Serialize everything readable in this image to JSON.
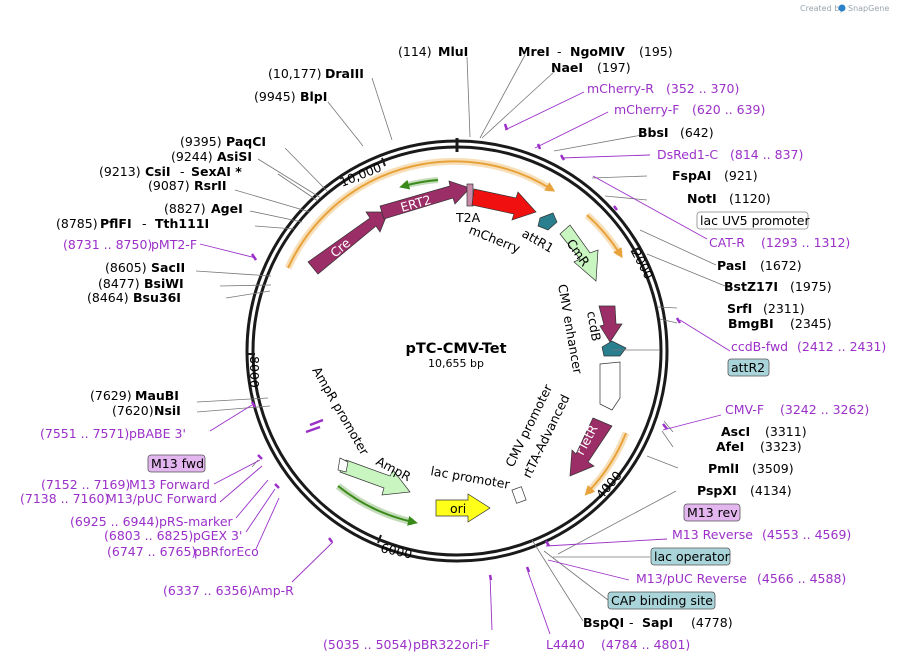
{
  "credit": {
    "prefix": "Created by",
    "brand": "SnapGene"
  },
  "plasmid": {
    "name": "pTC-CMV-Tet",
    "size": "10,655 bp"
  },
  "ticks": [
    "10,000",
    "2000",
    "4000",
    "6000",
    "8000"
  ],
  "features": {
    "cre": "Cre",
    "ert2": "ERT2",
    "t2a": "T2A",
    "mcherry": "mCherry",
    "attr1": "attR1",
    "cmr": "CmR",
    "cmv_enh": "CMV enhancer",
    "ccdb": "ccdB",
    "attr2": "attR2",
    "cmv_prom": "CMV promoter",
    "rtta": "rtTA-Advanced",
    "rtetr": "rTetR",
    "lac_prom": "lac promoter",
    "ori": "ori",
    "ampr": "AmpR",
    "ampr_prom": "AmpR promoter"
  },
  "labels": {
    "mlui": {
      "pos": "(114)",
      "name": "MluI"
    },
    "drai": {
      "pos": "(10,177)",
      "name": "DraIII"
    },
    "blpi": {
      "pos": "(9945)",
      "name": "BlpI"
    },
    "mrei": {
      "name": "MreI",
      "sep": "-",
      "name2": "NgoMIV",
      "pos": "(195)"
    },
    "naei": {
      "name": "NaeI",
      "pos": "(197)"
    },
    "mcherry_r": {
      "name": "mCherry-R",
      "pos": "(352 .. 370)"
    },
    "mcherry_f": {
      "name": "mCherry-F",
      "pos": "(620 .. 639)"
    },
    "bbsi": {
      "name": "BbsI",
      "pos": "(642)"
    },
    "dsred": {
      "name": "DsRed1-C",
      "pos": "(814 .. 837)"
    },
    "fspai": {
      "name": "FspAI",
      "pos": "(921)"
    },
    "noti": {
      "name": "NotI",
      "pos": "(1120)"
    },
    "lacuv5": {
      "name": "lac UV5 promoter"
    },
    "catr": {
      "name": "CAT-R",
      "pos": "(1293 .. 1312)"
    },
    "pasi": {
      "name": "PasI",
      "pos": "(1672)"
    },
    "bstz": {
      "name": "BstZ17I",
      "pos": "(1975)"
    },
    "srfi": {
      "name": "SrfI",
      "pos": "(2311)"
    },
    "bmgbi": {
      "name": "BmgBI",
      "pos": "(2345)"
    },
    "ccdbfwd": {
      "name": "ccdB-fwd",
      "pos": "(2412 .. 2431)"
    },
    "attr2box": {
      "name": "attR2"
    },
    "cmvf": {
      "name": "CMV-F",
      "pos": "(3242 .. 3262)"
    },
    "asci": {
      "name": "AscI",
      "pos": "(3311)"
    },
    "afei": {
      "name": "AfeI",
      "pos": "(3323)"
    },
    "pmli": {
      "name": "PmlI",
      "pos": "(3509)"
    },
    "pspxi": {
      "name": "PspXI",
      "pos": "(4134)"
    },
    "m13rev": {
      "name": "M13 rev"
    },
    "m13reverse": {
      "name": "M13 Reverse",
      "pos": "(4553 .. 4569)"
    },
    "lacop": {
      "name": "lac operator"
    },
    "m13puc_rev": {
      "name": "M13/pUC Reverse",
      "pos": "(4566 .. 4588)"
    },
    "cap": {
      "name": "CAP binding site"
    },
    "bspqi": {
      "name": "BspQI",
      "sep": "-",
      "name2": "SapI",
      "pos": "(4778)"
    },
    "l4440": {
      "name": "L4440",
      "pos": "(4784 .. 4801)"
    },
    "pbr322": {
      "pos": "(5035 .. 5054)",
      "name": "pBR322ori-F"
    },
    "ampr_primer": {
      "pos": "(6337 .. 6356)",
      "name": "Amp-R"
    },
    "pbrforeco": {
      "pos": "(6747 .. 6765)",
      "name": "pBRforEco"
    },
    "pgex3": {
      "pos": "(6803 .. 6825)",
      "name": "pGEX 3'"
    },
    "prsmarker": {
      "pos": "(6925 .. 6944)",
      "name": "pRS-marker"
    },
    "m13puc_fwd": {
      "pos": "(7138 .. 7160)",
      "name": "M13/pUC Forward"
    },
    "m13forward": {
      "pos": "(7152 .. 7169)",
      "name": "M13 Forward"
    },
    "m13fwd": {
      "name": "M13 fwd"
    },
    "pbabe": {
      "pos": "(7551 .. 7571)",
      "name": "pBABE 3'"
    },
    "nsii": {
      "pos": "(7620)",
      "name": "NsiI"
    },
    "maubi": {
      "pos": "(7629)",
      "name": "MauBI"
    },
    "bsu36i": {
      "pos": "(8464)",
      "name": "Bsu36I"
    },
    "bsiwi": {
      "pos": "(8477)",
      "name": "BsiWI"
    },
    "sacii": {
      "pos": "(8605)",
      "name": "SacII"
    },
    "pmt2f": {
      "pos": "(8731 .. 8750)",
      "name": "pMT2-F"
    },
    "pflfi": {
      "pos": "(8785)",
      "name": "PflFI",
      "sep": "-",
      "name2": "Tth111I"
    },
    "agei": {
      "pos": "(8827)",
      "name": "AgeI"
    },
    "rsrii": {
      "pos": "(9087)",
      "name": "RsrII"
    },
    "csii": {
      "pos": "(9213)",
      "name": "CsiI",
      "sep": "-",
      "name2": "SexAI *"
    },
    "asisi": {
      "pos": "(9244)",
      "name": "AsiSI"
    },
    "paqci": {
      "pos": "(9395)",
      "name": "PaqCI"
    }
  },
  "colors": {
    "backbone": "#1a1a1a",
    "primer": "#9b30c8",
    "cre": "#9b2e66",
    "mcherry": "#f01010",
    "cmr": "#c8f5c0",
    "attr": "#2a7f8f",
    "ori": "#ffff1a",
    "orf_arc": "#e8a23a",
    "selection_arc": "#3a8a1a",
    "box_blue": "#a9d4d9",
    "box_purple": "#e4b6f0"
  },
  "icons": [
    "snapgene-logo-icon"
  ]
}
